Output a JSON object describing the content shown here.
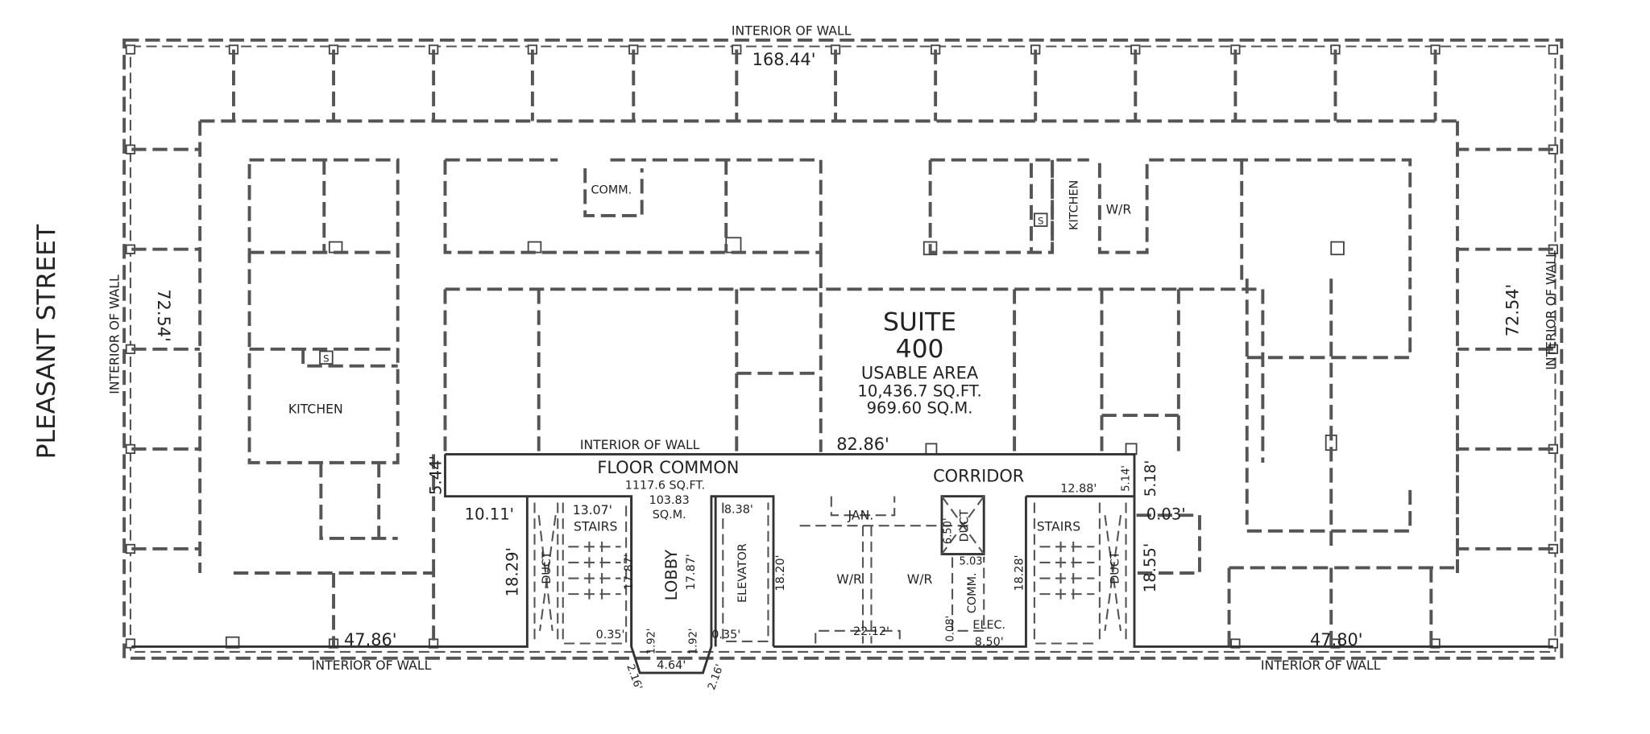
{
  "street": "PLEASANT STREET",
  "walls": {
    "top_label": "INTERIOR OF WALL",
    "top_dim": "168.44'",
    "left_label": "INTERIOR OF WALL",
    "left_dim": "72.54'",
    "right_label": "INTERIOR OF WALL",
    "right_dim": "72.54'",
    "bottom_left_label": "INTERIOR OF WALL",
    "bottom_left_dim": "47.86'",
    "bottom_right_label": "INTERIOR OF WALL",
    "bottom_right_dim": "47.80'",
    "corridor_wall_label": "INTERIOR OF WALL",
    "corridor_wall_dim": "82.86'"
  },
  "suite": {
    "name": "SUITE",
    "number": "400",
    "area_label": "USABLE AREA",
    "area_sqft": "10,436.7 SQ.FT.",
    "area_sqm": "969.60 SQ.M."
  },
  "common": {
    "title_left": "FLOOR COMMON",
    "title_right": "CORRIDOR",
    "sqft": "1117.6 SQ.FT.",
    "sqm_value": "103.83",
    "sqm_unit": "SQ.M."
  },
  "rooms": {
    "comm_top": "COMM.",
    "kitchen_left": "KITCHEN",
    "kitchen_right": "KITCHEN",
    "wr_top": "W/R",
    "sink_left": "S",
    "sink_right": "S",
    "stairs_left": "STAIRS",
    "stairs_right": "STAIRS",
    "duct_left": "DUCT",
    "duct_right": "DUCT",
    "duct_mid": "DUCT",
    "lobby": "LOBBY",
    "elevator": "ELEVATOR",
    "jan": "JAN.",
    "wr1": "W/R",
    "wr2": "W/R",
    "comm_core": "COMM.",
    "elec": "ELEC."
  },
  "dims": {
    "d5_44": "5.44'",
    "d10_11": "10.11'",
    "d18_29": "18.29'",
    "d13_07": "13.07'",
    "d17_87a": "17.87'",
    "d17_87b": "17.87'",
    "d8_38": "8.38'",
    "d18_20": "18.20'",
    "d0_35a": "0.35'",
    "d0_35b": "0.35'",
    "d1_92a": "1.92'",
    "d1_92b": "1.92'",
    "d4_64": "4.64'",
    "d2_16a": "2.16'",
    "d2_16b": "2.16'",
    "d22_12": "22.12'",
    "d6_50": "6.50'",
    "d5_03": "5.03'",
    "d0_08": "0.08'",
    "d8_50": "8.50'",
    "d18_28": "18.28'",
    "d12_88": "12.88'",
    "d5_14": "5.14'",
    "d5_18": "5.18'",
    "d0_03": "0.03'",
    "d18_55": "18.55'"
  }
}
